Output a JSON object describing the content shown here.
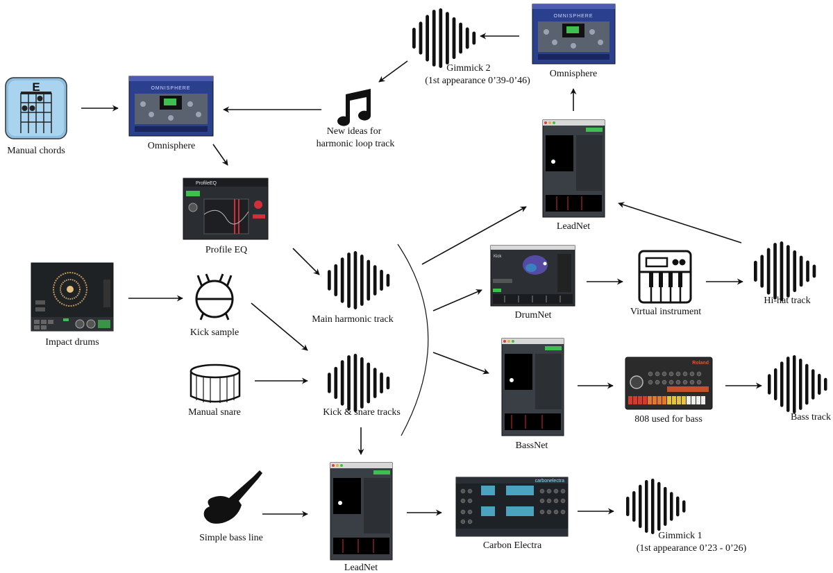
{
  "nodes": {
    "manual_chords": {
      "label": "Manual chords",
      "chord_letter": "E"
    },
    "omnisphere_left": {
      "label": "Omnisphere",
      "screen_title": "OMNISPHERE"
    },
    "new_ideas": {
      "label_line1": "New ideas for",
      "label_line2": "harmonic loop track"
    },
    "gimmick2": {
      "label_line1": "Gimmick 2",
      "label_line2": "(1st appearance 0’39-0’46)"
    },
    "omnisphere_top": {
      "label": "Omnisphere",
      "screen_title": "OMNISPHERE"
    },
    "profile_eq": {
      "label": "Profile EQ",
      "screen_title": "ProfileEQ"
    },
    "main_harmonic": {
      "label": "Main harmonic track"
    },
    "impact_drums": {
      "label": "Impact drums"
    },
    "kick_sample": {
      "label": "Kick sample"
    },
    "kick_snare": {
      "label": "Kick & snare tracks"
    },
    "manual_snare": {
      "label": "Manual snare"
    },
    "leadnet_top": {
      "label": "LeadNet"
    },
    "drumnet": {
      "label": "DrumNet",
      "screen_text": "Kick"
    },
    "virtual_instrument": {
      "label": "Virtual instrument"
    },
    "hihat_track": {
      "label": "Hi-hat track"
    },
    "bassnet": {
      "label": "BassNet"
    },
    "tr808": {
      "label": "808 used for bass",
      "brand": "Roland"
    },
    "bass_track": {
      "label": "Bass track"
    },
    "simple_bass": {
      "label": "Simple bass line"
    },
    "leadnet_bottom": {
      "label": "LeadNet"
    },
    "carbon_electra": {
      "label": "Carbon Electra",
      "screen_title": "carbonelectra"
    },
    "gimmick1": {
      "label_line1": "Gimmick 1",
      "label_line2": "(1st appearance 0’23 - 0’26)"
    }
  },
  "colors": {
    "ink": "#111111",
    "omnisphere_blue": "#2b3f8f",
    "app_dark": "#2c2f33",
    "accent_green": "#3fbf4f",
    "eq_red": "#d0303a",
    "roland_orange": "#e2572a"
  },
  "icons": {
    "waveform": "waveform-icon",
    "music_note": "music-note-icon",
    "drum": "bass-drum-icon",
    "snare": "snare-drum-icon",
    "guitar": "bass-guitar-icon",
    "synth": "synthesizer-icon",
    "chord_chart": "chord-chart-icon"
  }
}
